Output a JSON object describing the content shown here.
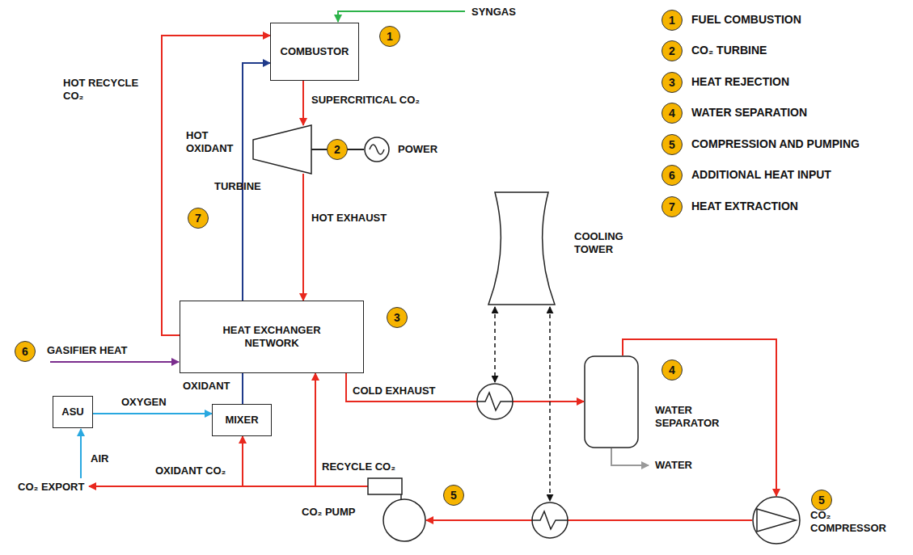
{
  "diagram": {
    "nodes": [
      {
        "text": [
          "COMBUSTOR"
        ]
      },
      {
        "text": [
          "TURBINE"
        ]
      },
      {
        "text": [
          "POWER"
        ]
      },
      {
        "text": [
          "COOLING TOWER"
        ]
      },
      {
        "text": [
          "HEAT EXCHANGER NETWORK"
        ]
      },
      {
        "text": [
          "WATER SEPARATOR"
        ]
      },
      {
        "text": [
          "ASU"
        ]
      },
      {
        "text": [
          "MIXER"
        ]
      },
      {
        "text": [
          "CO₂ PUMP"
        ]
      },
      {
        "text": [
          "CO₂ COMPRESSOR"
        ]
      }
    ],
    "edges": [
      {
        "from": 0,
        "to": 1,
        "label": "SUPERCRITICAL CO₂",
        "arrow": "to"
      },
      {
        "from": 1,
        "to": 2,
        "arrow": "none"
      },
      {
        "from": 1,
        "to": 4,
        "label": "HOT EXHAUST",
        "arrow": "to"
      },
      {
        "from": 4,
        "to": 0,
        "label": "HOT RECYCLE CO₂",
        "arrow": "to"
      },
      {
        "from": 4,
        "to": 0,
        "label": "HOT OXIDANT",
        "arrow": "to"
      },
      {
        "from": 6,
        "to": 7,
        "label": "OXYGEN",
        "arrow": "to"
      },
      {
        "from": 7,
        "to": 4,
        "label": "OXIDANT",
        "arrow": "none"
      },
      {
        "from": 4,
        "to": 5,
        "label": "COLD EXHAUST",
        "arrow": "to"
      },
      {
        "from": 5,
        "to": 9,
        "arrow": "to"
      },
      {
        "from": 9,
        "to": 8,
        "arrow": "to"
      },
      {
        "from": 8,
        "to": 4,
        "label": "RECYCLE CO₂",
        "arrow": "to"
      },
      {
        "from": 8,
        "to": 7,
        "label": "OXIDANT CO₂",
        "arrow": "to"
      }
    ],
    "labels": [
      "SYNGAS",
      "1",
      "2",
      "7",
      "3",
      "6",
      "GASIFIER HEAT",
      "4",
      "AIR",
      "WATER",
      "5",
      "5",
      "CO₂ EXPORT",
      "1",
      "2",
      "3",
      "4",
      "5",
      "6",
      "7"
    ],
    "legend": [
      {
        "text": "FUEL COMBUSTION"
      },
      {
        "text": "CO₂ TURBINE"
      },
      {
        "text": "HEAT REJECTION"
      },
      {
        "text": "WATER SEPARATION"
      },
      {
        "text": "COMPRESSION AND PUMPING"
      },
      {
        "text": "ADDITIONAL HEAT INPUT"
      },
      {
        "text": "HEAT EXTRACTION"
      }
    ]
  }
}
